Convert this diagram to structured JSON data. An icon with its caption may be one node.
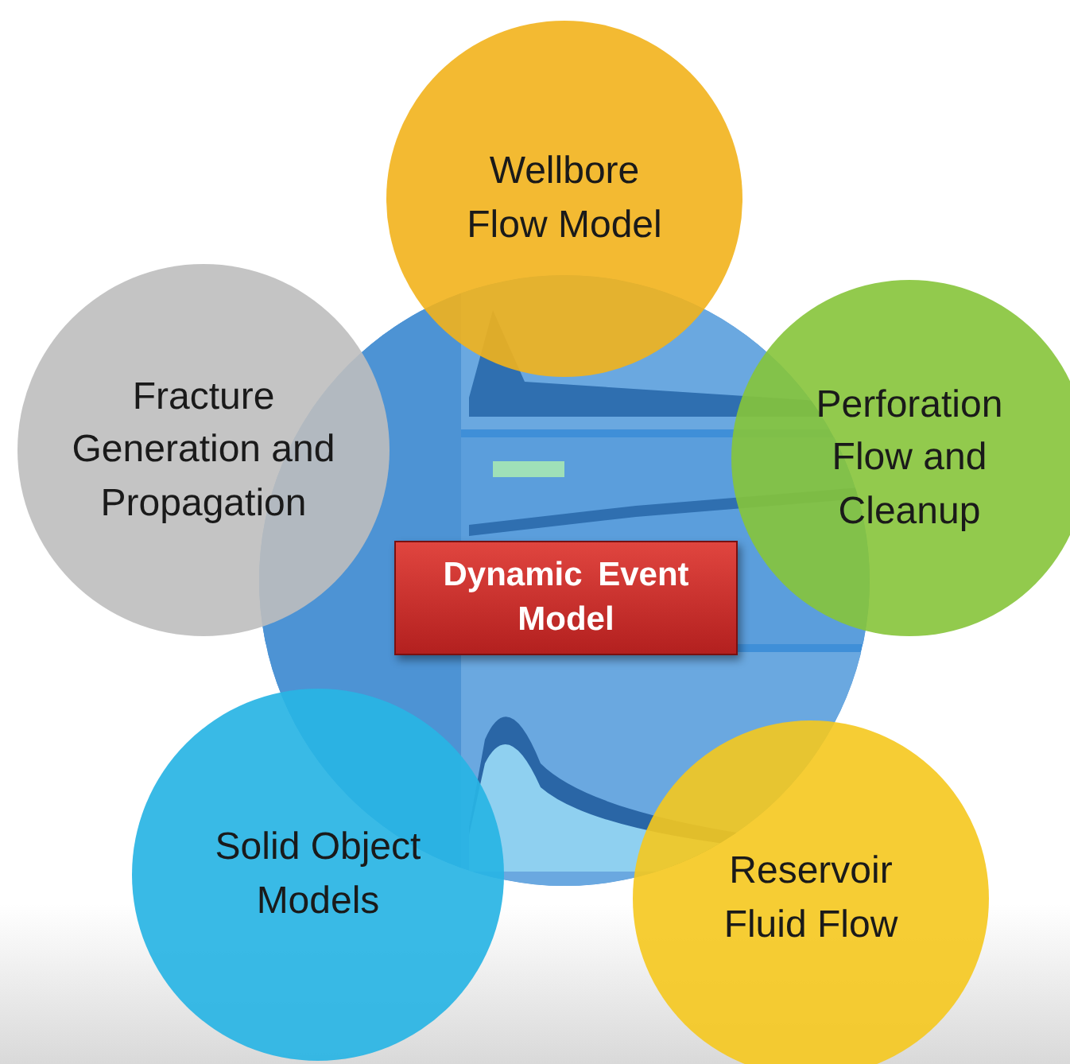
{
  "diagram": {
    "nodes": [
      {
        "text": [
          "Wellbore Flow Model"
        ]
      },
      {
        "text": [
          "Fracture Generation and Propagation"
        ]
      },
      {
        "text": [
          "Perforation Flow and Cleanup"
        ]
      },
      {
        "text": [
          "Dynamic Event Model"
        ]
      },
      {
        "text": [
          "Solid Object Models"
        ]
      },
      {
        "text": [
          "Reservoir Fluid Flow"
        ]
      }
    ]
  }
}
